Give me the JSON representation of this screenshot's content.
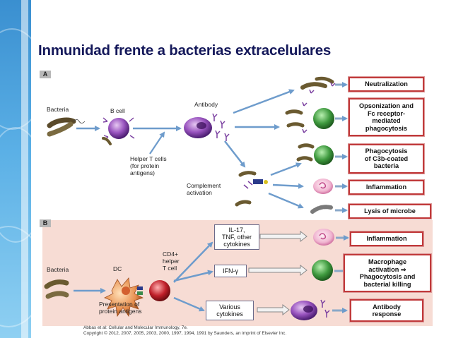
{
  "title": "Inmunidad frente a bacterias extracelulares",
  "panel_a": {
    "label": "A",
    "bacteria": "Bacteria",
    "b_cell": "B cell",
    "antibody": "Antibody",
    "helper": "Helper T cells\n(for protein\nantigens)",
    "complement": "Complement\nactivation",
    "outcomes": [
      "Neutralization",
      "Opsonization and\nFc receptor-\nmediated\nphagocytosis",
      "Phagocytosis\nof C3b-coated\nbacteria",
      "Inflammation",
      "Lysis of microbe"
    ]
  },
  "panel_b": {
    "label": "B",
    "bacteria": "Bacteria",
    "dc": "DC",
    "presentation": "Presentation of\nprotein antigens",
    "t_cell": "CD4+\nhelper\nT cell",
    "cytokines": [
      "IL-17,\nTNF, other\ncytokines",
      "IFN-γ",
      "Various\ncytokines"
    ],
    "outcomes": [
      "Inflammation",
      "Macrophage\nactivation ⇒\nPhagocytosis and\nbacterial killing",
      "Antibody\nresponse"
    ]
  },
  "citation": "Abbas et al: Cellular and Molecular Immunology, 7e.\nCopyright © 2012, 2007, 2005, 2003, 2000, 1997, 1994, 1991 by Saunders, an imprint of Elsevier Inc.",
  "colors": {
    "title": "#14185a",
    "arrow": "#6e9ccc",
    "outcome_border": "#c0393a",
    "panel_b_bg": "#f7dcd4",
    "b_cell": "#7a3fa0",
    "phagocyte": "#3f9a3f",
    "t_cell": "#c0202a"
  }
}
